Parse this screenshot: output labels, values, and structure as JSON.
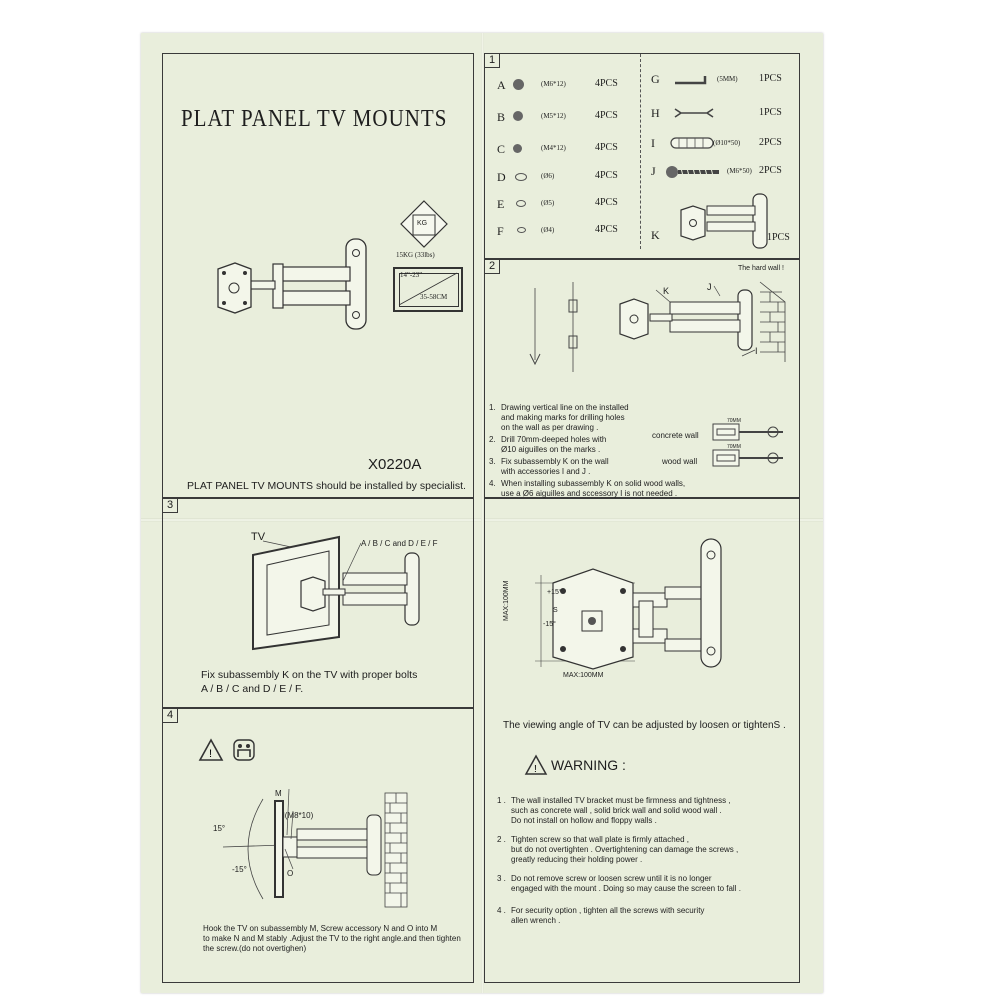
{
  "title_panel": {
    "title": "PLAT PANEL TV MOUNTS",
    "load_badge": "KG",
    "load_caption": "15KG (33lbs)",
    "size_top": "14\"-23\"",
    "size_bottom": "35-58CM",
    "model": "X0220A",
    "specialist_note": "PLAT PANEL TV MOUNTS should be installed by specialist."
  },
  "parts_panel": {
    "number": "1",
    "left_parts": [
      {
        "letter": "A",
        "spec": "(M6*12)",
        "qty": "4PCS"
      },
      {
        "letter": "B",
        "spec": "(M5*12)",
        "qty": "4PCS"
      },
      {
        "letter": "C",
        "spec": "(M4*12)",
        "qty": "4PCS"
      },
      {
        "letter": "D",
        "spec": "(Ø6)",
        "qty": "4PCS"
      },
      {
        "letter": "E",
        "spec": "(Ø5)",
        "qty": "4PCS"
      },
      {
        "letter": "F",
        "spec": "(Ø4)",
        "qty": "4PCS"
      }
    ],
    "right_parts": [
      {
        "letter": "G",
        "spec": "(5MM)",
        "qty": "1PCS"
      },
      {
        "letter": "H",
        "spec": "",
        "qty": "1PCS"
      },
      {
        "letter": "I",
        "spec": "(Ø10*50)",
        "qty": "2PCS"
      },
      {
        "letter": "J",
        "spec": "(M6*50)",
        "qty": "2PCS"
      },
      {
        "letter": "K",
        "spec": "",
        "qty": "1PCS"
      }
    ]
  },
  "step2": {
    "number": "2",
    "hard_wall": "The hard wall !",
    "label_k": "K",
    "label_j": "J",
    "label_i": "I",
    "concrete_wall": "concrete wall",
    "wood_wall": "wood wall",
    "dim": "70MM",
    "instructions": [
      {
        "num": "1.",
        "lines": [
          "Drawing vertical line on the installed",
          "and making marks for drilling holes",
          "on the wall as per drawing ."
        ]
      },
      {
        "num": "2.",
        "lines": [
          "Drill 70mm-deeped holes with",
          "Ø10 aiguilles on the marks ."
        ]
      },
      {
        "num": "3.",
        "lines": [
          "Fix subassembly K on the wall",
          "with accessories I and J ."
        ]
      },
      {
        "num": "4.",
        "lines": [
          "When installing subassembly K on solid wood walls,",
          "use a Ø6 aiguilles and sccessory I is not needed ."
        ]
      }
    ]
  },
  "step3": {
    "number": "3",
    "tv_label": "TV",
    "bolts_label": "A / B / C and D / E / F",
    "caption_line1": "Fix subassembly K on the TV with proper bolts",
    "caption_line2": "A / B / C  and D / E / F."
  },
  "angle_panel": {
    "plus15": "+15°",
    "s_label": "S",
    "minus15": "-15°",
    "max_vertical": "MAX:100MM",
    "max_horizontal": "MAX:100MM",
    "caption": "The viewing angle of TV can be adjusted by loosen or tightenS ."
  },
  "step4": {
    "number": "4",
    "label_m": "M",
    "label_n": "N(M8*10)",
    "label_o": "O",
    "plus15": "15°",
    "minus15": "-15°",
    "caption": [
      "Hook the TV on subassembly M, Screw accessory N and O into M",
      "to make N and M stably .Adjust the TV to the right angle.and then tighten",
      "the screw.(do not overtighen)"
    ]
  },
  "warning": {
    "title": "WARNING :",
    "items": [
      {
        "num": "1 .",
        "lines": [
          "The wall installed TV bracket must be firmness and tightness ,",
          "such as concrete wall , solid brick wall and solid wood wall .",
          "Do not install on hollow and floppy walls ."
        ]
      },
      {
        "num": "2 .",
        "lines": [
          "Tighten screw so that wall plate is firmly attached ,",
          "but do not overtighten . Overtightening can damage the screws ,",
          "greatly reducing their holding power ."
        ]
      },
      {
        "num": "3 .",
        "lines": [
          "Do not remove screw or loosen screw until it is no longer",
          "engaged with the mount . Doing so may cause the screen to fall ."
        ]
      },
      {
        "num": "4 .",
        "lines": [
          "For security option , tighten all the screws with security",
          "allen wrench ."
        ]
      }
    ]
  }
}
